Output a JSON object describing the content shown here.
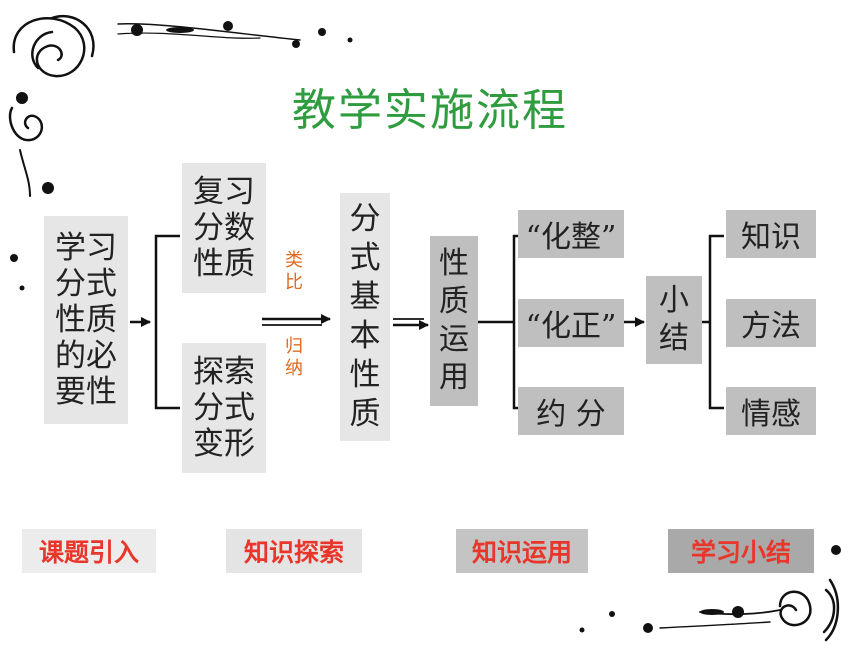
{
  "title": "教学实施流程",
  "flow": {
    "intro": [
      "学习",
      "分式",
      "性质",
      "的必",
      "要性"
    ],
    "review": [
      "复习",
      "分数",
      "性质"
    ],
    "explore": [
      "探索",
      "分式",
      "变形"
    ],
    "method": {
      "top": [
        "类",
        "比"
      ],
      "bottom": [
        "归",
        "纳"
      ]
    },
    "basic": [
      "分",
      "式",
      "基",
      "本",
      "性",
      "质"
    ],
    "apply": [
      "性",
      "质",
      "运",
      "用"
    ],
    "apply_items": [
      "“化整”",
      "“化正”",
      "约 分"
    ],
    "summary": [
      "小",
      "结"
    ],
    "summary_items": [
      "知识",
      "方法",
      "情感"
    ]
  },
  "stages": [
    "课题引入",
    "知识探索",
    "知识运用",
    "学习小结"
  ],
  "colors": {
    "title": "#2e9c3f",
    "stage_text": "#e8362b",
    "method_text": "#e06a1e"
  }
}
